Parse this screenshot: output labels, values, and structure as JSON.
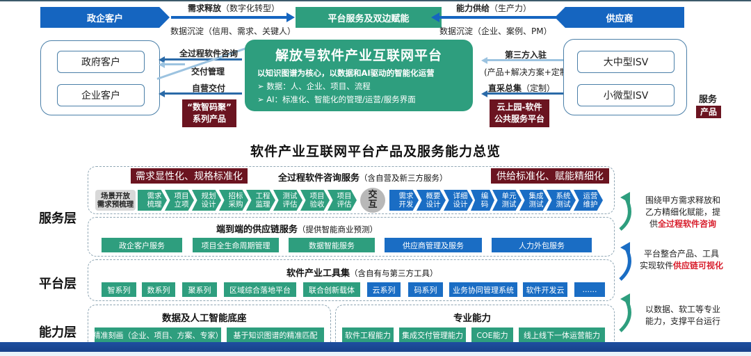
{
  "top_flow": {
    "left_entity": "政企客户",
    "center_entity": "平台服务及双边赋能",
    "right_entity": "供应商",
    "left_arrow_top": {
      "bold": "需求释放",
      "normal": "（数字化转型）"
    },
    "left_arrow_bottom": "数据沉淀（信用、需求、关键人）",
    "right_arrow_top": {
      "bold": "能力供给",
      "normal": "（生产力）"
    },
    "right_arrow_bottom": "数据沉淀（企业、案例、PM）"
  },
  "customers": {
    "items": [
      "政府客户",
      "企业客户"
    ],
    "arrows": [
      "全过程软件咨询",
      "交付管理",
      "自营交付"
    ],
    "product_tag": [
      "“数智码聚”",
      "系列产品"
    ]
  },
  "platform": {
    "title": "解放号软件产业互联网平台",
    "subtitle": "以知识图谱为核心，以数据和AI驱动的智能化运营",
    "bullets": [
      "➢ 数据：人、企业、项目、流程",
      "➢ AI：标准化、智能化的管理/运营/服务界面"
    ]
  },
  "suppliers": {
    "items": [
      "大中型ISV",
      "小微型ISV"
    ],
    "arrow1_title": "第三方入驻",
    "arrow1_sub": "(产品+解决方案+定制)",
    "arrow2": {
      "bold": "直采总集",
      "normal": "（定制）"
    },
    "platform_tag": [
      "云上园-软件",
      "公共服务平台"
    ]
  },
  "legend": {
    "service": "服务",
    "product": "产品"
  },
  "overview_title": "软件产业互联网平台产品及服务能力总览",
  "layers": {
    "service": "服务层",
    "platform": "平台层",
    "capability": "能力层"
  },
  "consulting": {
    "left_tag": "需求显性化、规格标准化",
    "right_tag": "供给标准化、赋能精细化",
    "title": "全过程软件咨询服务",
    "title_note": "（含自营及新三方服务）",
    "start": [
      "场景开放",
      "需求预梳理"
    ],
    "green_steps": [
      [
        "需求",
        "梳理"
      ],
      [
        "项目",
        "立项"
      ],
      [
        "规划",
        "设计"
      ],
      [
        "招标",
        "采购"
      ],
      [
        "工程",
        "监理"
      ],
      [
        "测试",
        "评估"
      ],
      [
        "项目",
        "验收"
      ],
      [
        "项目",
        "评估"
      ]
    ],
    "interaction": [
      "交",
      "互"
    ],
    "blue_steps": [
      [
        "需求",
        "开发"
      ],
      [
        "概要",
        "设计"
      ],
      [
        "详细",
        "设计"
      ],
      [
        "编",
        "码"
      ],
      [
        "单元",
        "测试"
      ],
      [
        "集成",
        "测试"
      ],
      [
        "系统",
        "测试"
      ],
      [
        "运营",
        "维护"
      ]
    ]
  },
  "supply_chain": {
    "title": "端到端的供应链服务",
    "title_note": "（提供智能商业预测）",
    "items": [
      {
        "label": "政企客户服务",
        "color": "green"
      },
      {
        "label": "项目全生命周期管理",
        "color": "green"
      },
      {
        "label": "数据智能服务",
        "color": "green"
      },
      {
        "label": "供应商管理及服务",
        "color": "blue"
      },
      {
        "label": "人力外包服务",
        "color": "blue"
      }
    ]
  },
  "toolset": {
    "title": "软件产业工具集",
    "title_note": "（含自有与第三方工具）",
    "items": [
      {
        "label": "智系列",
        "color": "green"
      },
      {
        "label": "数系列",
        "color": "green"
      },
      {
        "label": "聚系列",
        "color": "green"
      },
      {
        "label": "区域综合落地平台",
        "color": "green"
      },
      {
        "label": "联合创新载体",
        "color": "green"
      },
      {
        "label": "云系列",
        "color": "blue"
      },
      {
        "label": "码系列",
        "color": "blue"
      },
      {
        "label": "业务协同管理系统",
        "color": "blue"
      },
      {
        "label": "软件开发云",
        "color": "blue"
      },
      {
        "label": "......",
        "color": "blue"
      }
    ]
  },
  "data_ai": {
    "title": "数据及人工智能底座",
    "items": [
      "精准刻画（企业、项目、方案、专家）",
      "基于知识图谱的精准匹配"
    ]
  },
  "professional": {
    "title": "专业能力",
    "items": [
      "软件工程能力",
      "集成交付管理能力",
      "COE能力",
      "线上线下一体运营能力"
    ]
  },
  "side_notes": {
    "note1": {
      "text": [
        "围绕甲方需求释放和",
        "乙方精细化赋能，提",
        "供"
      ],
      "highlight": "全过程软件咨询"
    },
    "note2": {
      "text": [
        "平台整合产品、工具",
        "实现软件"
      ],
      "highlight": "供应链可视化"
    },
    "note3": {
      "text": [
        "以数据、软工等专业",
        "能力，支撑平台运行"
      ]
    }
  },
  "colors": {
    "blue": "#1565c0",
    "green": "#2e9e7e",
    "maroon": "#6b1420",
    "highlight_red": "#d81e2c"
  }
}
